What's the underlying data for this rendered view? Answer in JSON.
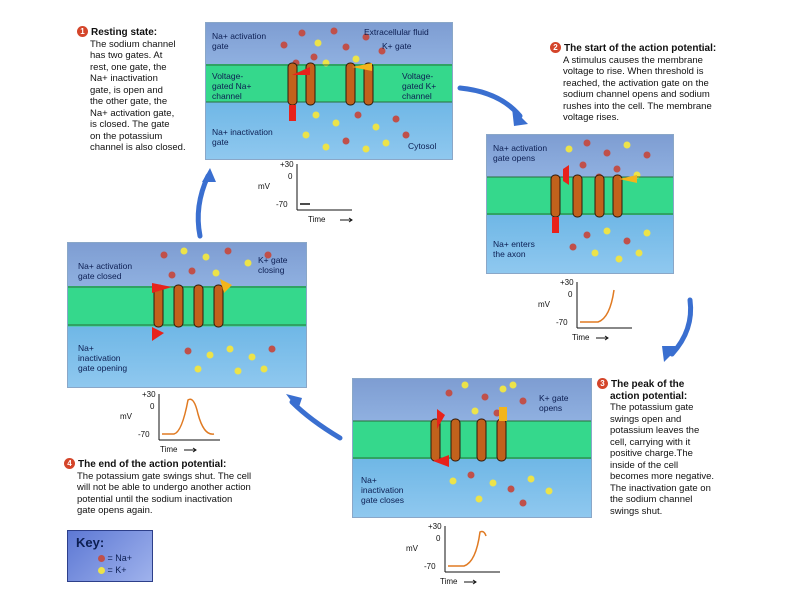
{
  "panel1": {
    "num": "1",
    "title": "Resting state:",
    "body": [
      "The sodium channel",
      "has two gates. At",
      "rest, one gate, the",
      "Na+ inactivation",
      "gate, is open and",
      "the other gate, the",
      "Na+ activation gate,",
      "is closed. The gate",
      "on the potassium",
      "channel is also closed."
    ],
    "labels": {
      "na_activation": [
        "Na+ activation",
        "gate"
      ],
      "extracellular": "Extracellular fluid",
      "k_gate": "K+ gate",
      "voltage_na": [
        "Voltage-",
        "gated Na+",
        "channel"
      ],
      "voltage_k": [
        "Voltage-",
        "gated K+",
        "channel"
      ],
      "na_inactivation": [
        "Na+ inactivation",
        "gate"
      ],
      "cytosol": "Cytosol"
    },
    "graph": {
      "top": "+30",
      "zero": "0",
      "unit": "mV",
      "bottom": "-70",
      "axis": "Time"
    }
  },
  "panel2": {
    "num": "2",
    "title": "The start of the action potential:",
    "body": [
      "A stimulus causes the membrane",
      "voltage to rise. When threshold is",
      "reached, the activation gate on the",
      "sodium channel opens and sodium",
      "rushes into the cell. The membrane",
      "voltage rises."
    ],
    "labels": {
      "gate_opens": [
        "Na+ activation",
        "gate opens"
      ],
      "enters": [
        "Na+ enters",
        "the axon"
      ]
    },
    "graph": {
      "top": "+30",
      "zero": "0",
      "unit": "mV",
      "bottom": "-70",
      "axis": "Time"
    }
  },
  "panel3": {
    "num": "3",
    "title": [
      "The peak of the",
      "action potential:"
    ],
    "body": [
      "The potassium gate",
      "swings open and",
      "potassium leaves the",
      "cell, carrying with it",
      "positive charge.The",
      "inside of the cell",
      "becomes more negative.",
      "The inactivation gate on",
      "the sodium channel",
      "swings shut."
    ],
    "labels": {
      "k_opens": [
        "K+ gate",
        "opens"
      ],
      "inact_closes": [
        "Na+",
        "inactivation",
        "gate closes"
      ]
    },
    "graph": {
      "top": "+30",
      "zero": "0",
      "unit": "mV",
      "bottom": "-70",
      "axis": "Time"
    }
  },
  "panel4": {
    "num": "4",
    "title": "The end of the action potential:",
    "body": [
      "The potassium gate swings shut. The cell",
      "will not be able to undergo another action",
      "potential until the sodium inactivation",
      "gate opens again."
    ],
    "labels": {
      "act_closed": [
        "Na+ activation",
        "gate closed"
      ],
      "k_closing": [
        "K+ gate",
        "closing"
      ],
      "inact_opening": [
        "Na+",
        "inactivation",
        "gate opening"
      ]
    },
    "graph": {
      "top": "+30",
      "zero": "0",
      "unit": "mV",
      "bottom": "-70",
      "axis": "Time"
    }
  },
  "key": {
    "title": "Key:",
    "na": "= Na+",
    "k": "= K+"
  },
  "colors": {
    "sodium": "#c0504a",
    "potassium": "#ece34a",
    "gate_red": "#e8221b",
    "gate_yellow": "#f3b51c",
    "membrane": "#35d88c",
    "arrow": "#3a6fd0",
    "trace": "#e07a22"
  }
}
